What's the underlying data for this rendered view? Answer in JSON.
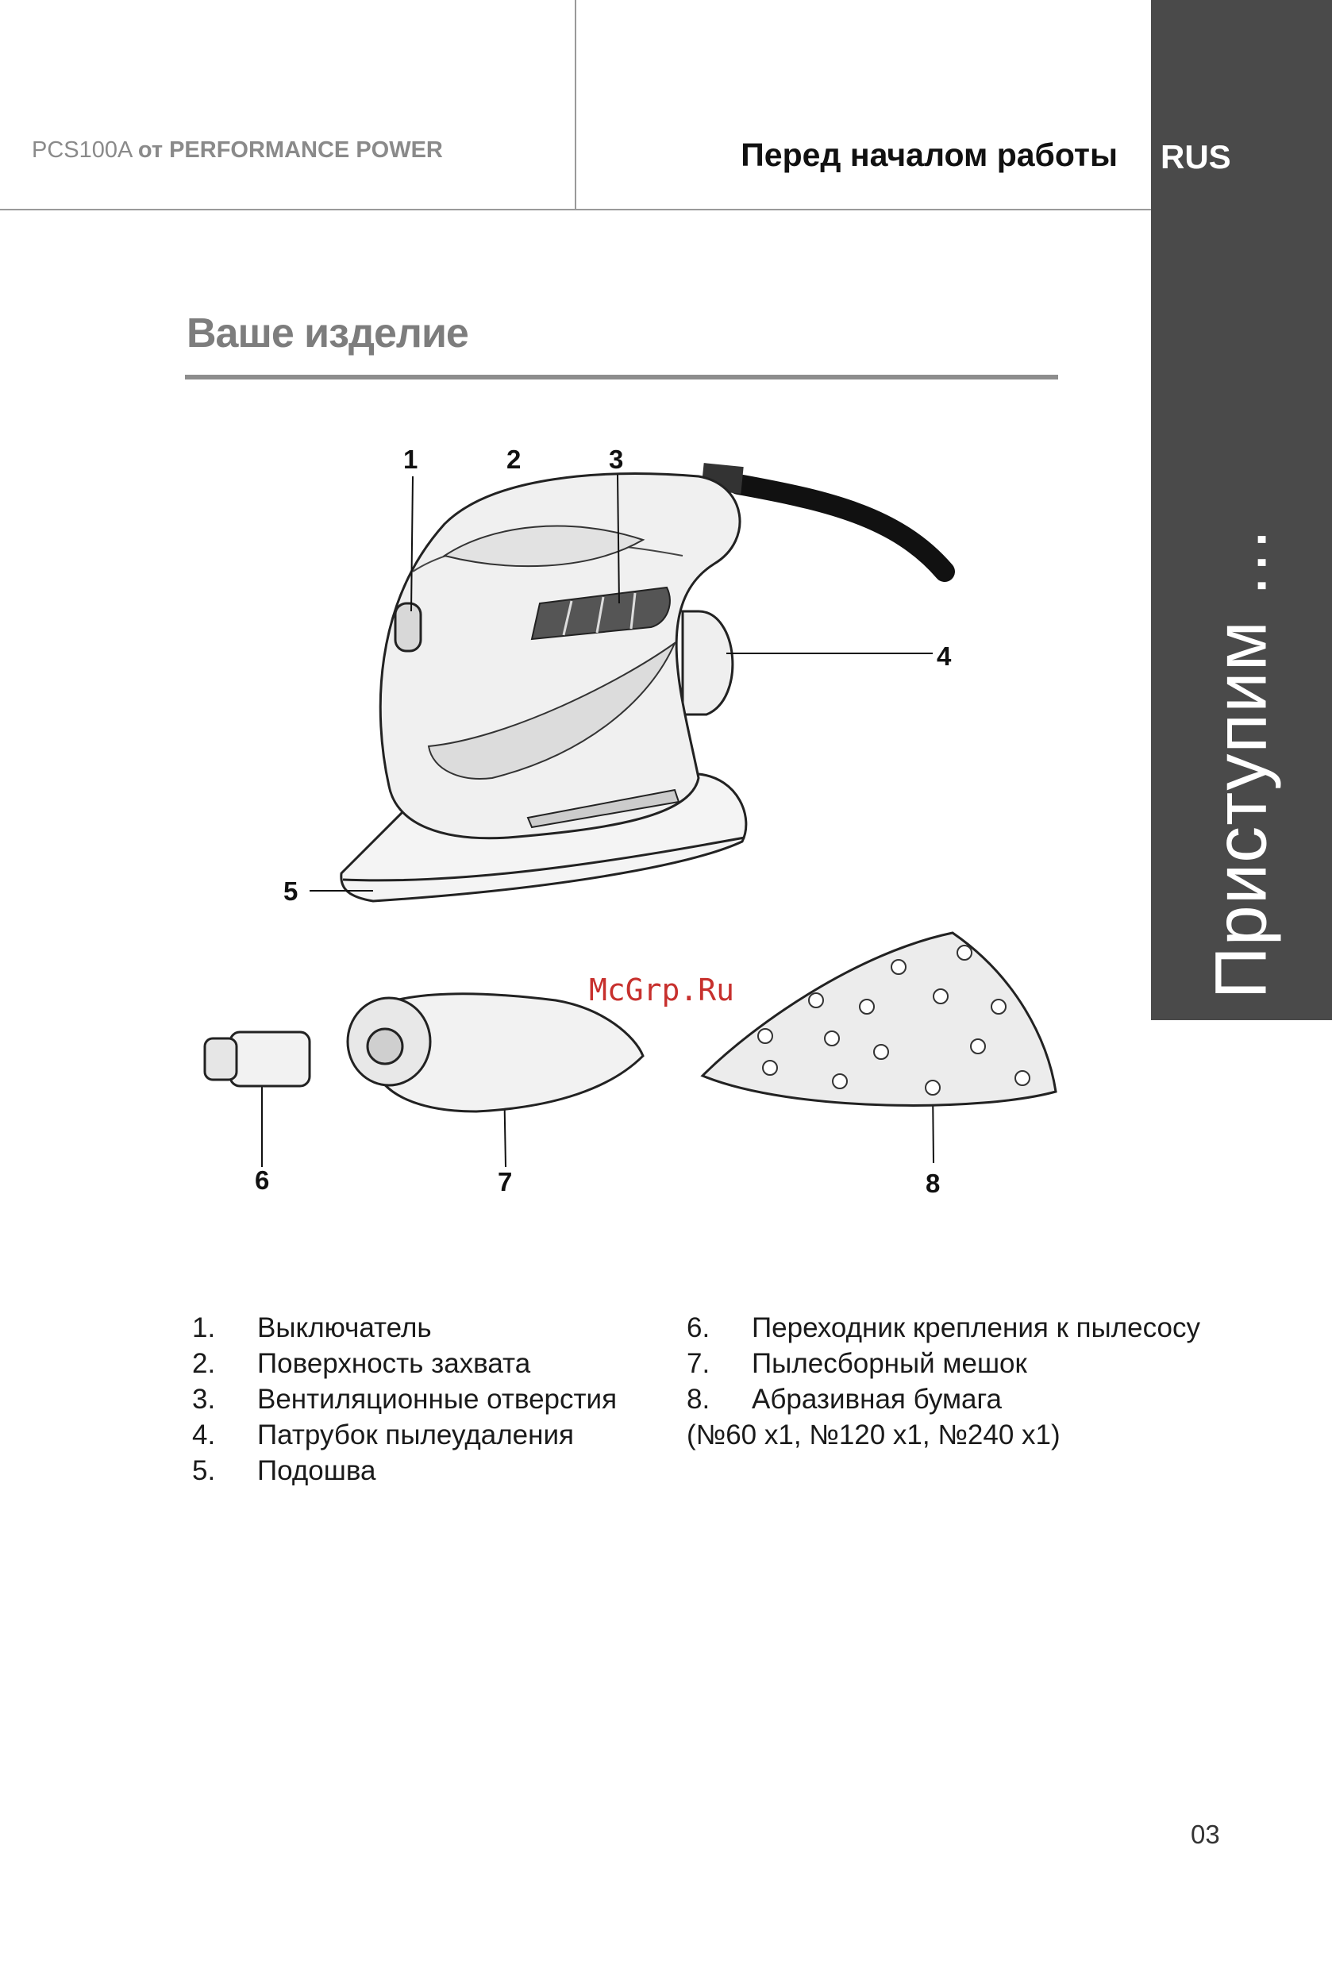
{
  "header": {
    "brand_model": "PCS100A",
    "brand_connector": "от",
    "brand_company": "PERFORMANCE POWER",
    "section_title": "Перед началом работы",
    "language": "RUS"
  },
  "side_tab": {
    "title": "Приступим …"
  },
  "page": {
    "heading": "Ваше изделие",
    "watermark": "McGrp.Ru",
    "page_number": "03"
  },
  "figure": {
    "callouts": [
      "1",
      "2",
      "3",
      "4",
      "5",
      "6",
      "7",
      "8"
    ]
  },
  "parts_list": {
    "left": [
      {
        "num": "1.",
        "label": "Выключатель"
      },
      {
        "num": "2.",
        "label": "Поверхность захвата"
      },
      {
        "num": "3.",
        "label": "Вентиляционные отверстия"
      },
      {
        "num": "4.",
        "label": "Патрубок пылеудаления"
      },
      {
        "num": "5.",
        "label": "Подошва"
      }
    ],
    "right": [
      {
        "num": "6.",
        "label": "Переходник крепления к пылесосу"
      },
      {
        "num": "7.",
        "label": "Пылесборный мешок"
      },
      {
        "num": "8.",
        "label": "Абразивная бумага"
      }
    ],
    "right_note": "(№60 x1, №120 x1, №240 x1)"
  },
  "colors": {
    "side_tab": "#4a4a4a",
    "heading": "#7d7d7d",
    "watermark": "#c7302d"
  }
}
